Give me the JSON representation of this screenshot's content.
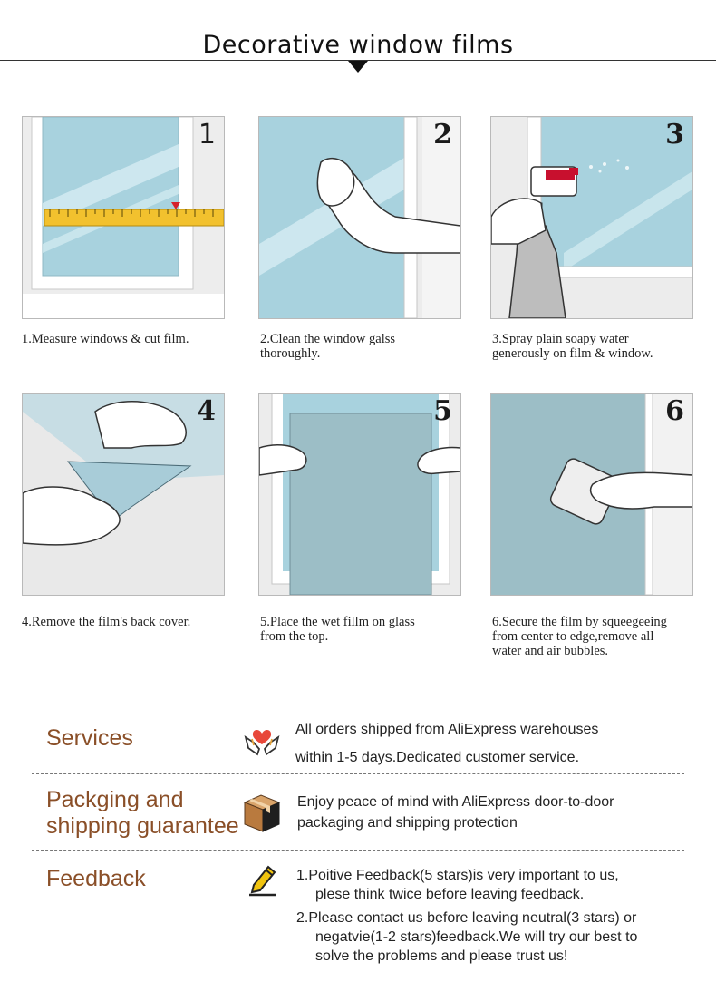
{
  "header": {
    "title": "Decorative window films"
  },
  "steps": [
    {
      "number": "1",
      "caption_line1": "1.Measure windows & cut film.",
      "caption_line2": ""
    },
    {
      "number": "2",
      "caption_line1": "2.Clean the window galss",
      "caption_line2": "thoroughly."
    },
    {
      "number": "3",
      "caption_line1": "3.Spray plain soapy water",
      "caption_line2": "generously on film & window."
    },
    {
      "number": "4",
      "caption_line1": "4.Remove the film's back cover.",
      "caption_line2": ""
    },
    {
      "number": "5",
      "caption_line1": "5.Place the wet fillm on glass",
      "caption_line2": "from the top."
    },
    {
      "number": "6",
      "caption_line1": "6.Secure the film by squeegeeing",
      "caption_line2": "from center to edge,remove all",
      "caption_line3": "water and air bubbles."
    }
  ],
  "services": [
    {
      "title": "Services",
      "icon": "heart-hands-icon",
      "lines": [
        "All orders shipped from AliExpress warehouses",
        "within 1-5 days.Dedicated customer service."
      ]
    },
    {
      "title_line1": "Packging and",
      "title_line2": "shipping guarantee",
      "icon": "package-box-icon",
      "lines": [
        "Enjoy peace of mind with AliExpress door-to-door",
        "packaging and shipping protection"
      ]
    },
    {
      "title": "Feedback",
      "icon": "pencil-edit-icon",
      "lines": [
        "1.Poitive Feedback(5 stars)is very important to us,",
        "plese think twice before leaving feedback.",
        "2.Please contact us before leaving neutral(3 stars) or",
        "negatvie(1-2 stars)feedback.We will try our best to",
        "solve the problems and please trust us!"
      ]
    }
  ],
  "colors": {
    "glass": "#a8d2de",
    "frame": "#e6e6e6",
    "accent_title": "#8a4f28",
    "tape": "#f2c12e",
    "spray_red": "#c8102e"
  }
}
